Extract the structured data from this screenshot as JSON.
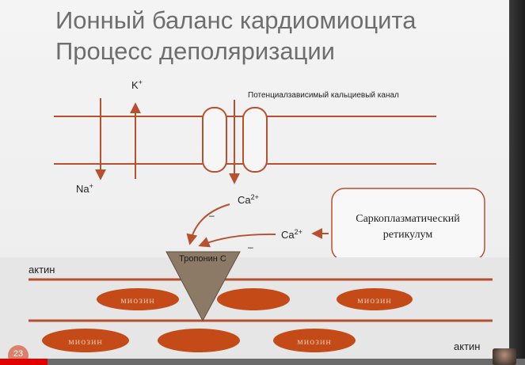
{
  "title": {
    "line1": "Ионный баланс кардиомиоцита",
    "line2": "Процесс деполяризации"
  },
  "labels": {
    "k_ion": "K",
    "k_charge": "+",
    "na_ion": "Na",
    "na_charge": "+",
    "ca_channel_ion": "Ca",
    "ca_channel_charge": "2+",
    "ca_sr_ion": "Ca",
    "ca_sr_charge": "2+",
    "channel_label": "Потенциалзависимый кальциевый канал",
    "sr_line1": "Саркоплазматический",
    "sr_line2": "ретикулум",
    "minus1": "–",
    "minus2": "–",
    "troponin": "Тропонин С",
    "actin_top": "актин",
    "actin_bottom": "актин",
    "myosin": [
      "миозин",
      "миозин",
      "миозин",
      "миозин"
    ],
    "page_number": "23"
  },
  "colors": {
    "line": "#b7502e",
    "myosin_fill": "#c44a17",
    "myosin_text": "#f0c4ac",
    "troponin_fill": "#8c7a66",
    "sr_border": "#b7502e"
  },
  "video": {
    "progress": 0.09
  }
}
